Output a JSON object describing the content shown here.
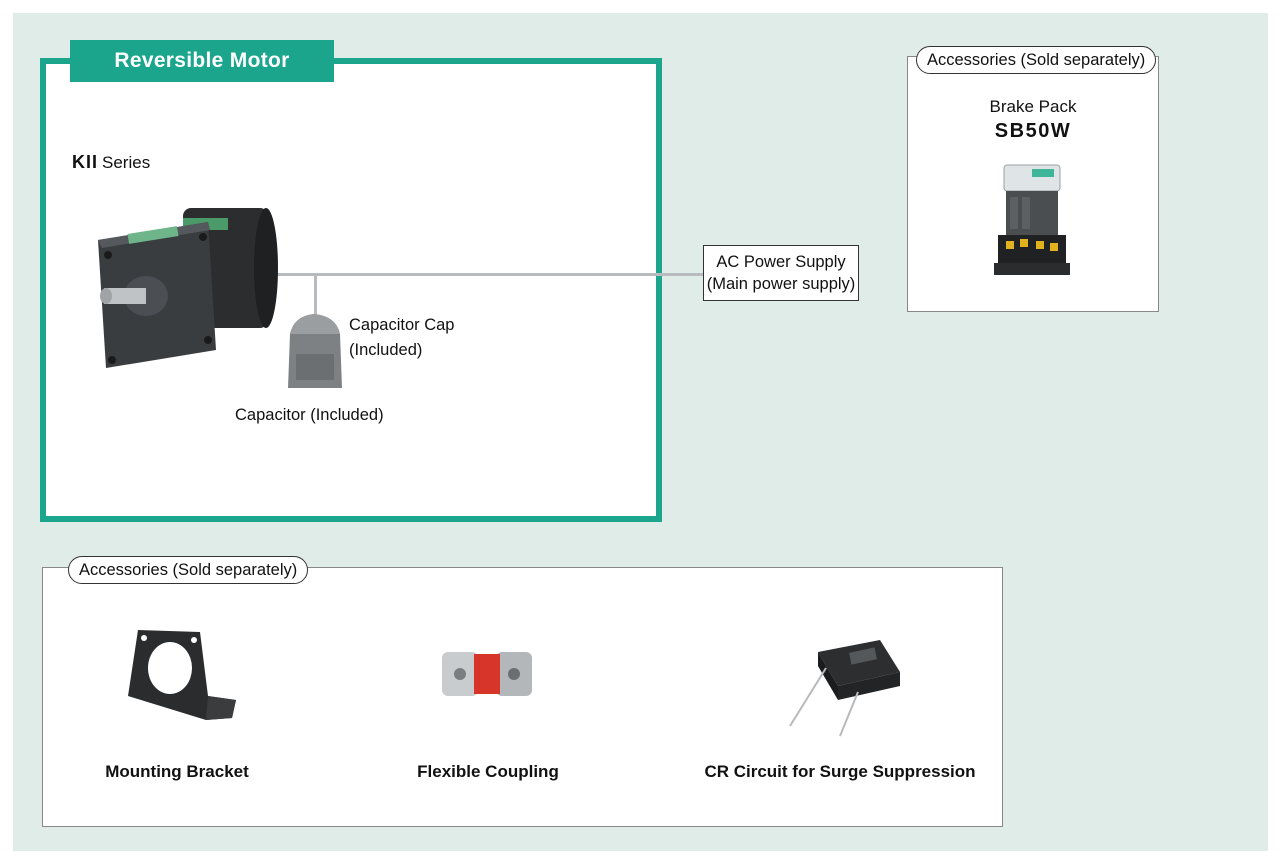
{
  "motor_panel": {
    "title": "Reversible Motor",
    "series_code": "KII",
    "series_suffix": "Series",
    "capacitor_cap_line1": "Capacitor Cap",
    "capacitor_cap_line2": "(Included)",
    "capacitor_label": "Capacitor (Included)"
  },
  "power_supply": {
    "line1": "AC Power Supply",
    "line2": "(Main power supply)"
  },
  "brake_accessory": {
    "badge": "Accessories (Sold separately)",
    "name": "Brake Pack",
    "model": "SB50W"
  },
  "bottom_accessories": {
    "badge": "Accessories (Sold separately)",
    "items": [
      {
        "label": "Mounting Bracket",
        "icon": "mounting-bracket-icon"
      },
      {
        "label": "Flexible Coupling",
        "icon": "flexible-coupling-icon"
      },
      {
        "label": "CR Circuit for Surge Suppression",
        "icon": "cr-circuit-icon"
      }
    ]
  },
  "colors": {
    "accent": "#1aa58c",
    "background": "#e0ece8",
    "line": "#b8bcbe"
  }
}
